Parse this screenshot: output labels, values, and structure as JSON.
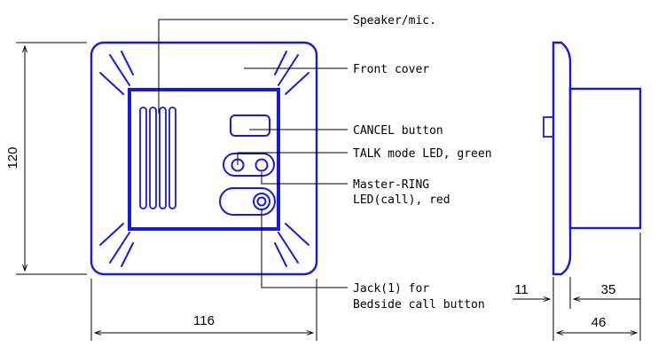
{
  "colors": {
    "device": "#1a1adb",
    "lines": "#000000",
    "background": "#ffffff"
  },
  "labels": {
    "speaker_mic": "Speaker/mic.",
    "front_cover": "Front cover",
    "cancel_button": "CANCEL button",
    "talk_led": "TALK mode LED, green",
    "master_ring_line1": "Master-RING",
    "master_ring_line2": "LED(call), red",
    "jack_line1": "Jack(1) for",
    "jack_line2": "Bedside call button"
  },
  "dimensions": {
    "height": "120",
    "width": "116",
    "front_depth": "11",
    "body_depth": "35",
    "total_depth": "46"
  }
}
